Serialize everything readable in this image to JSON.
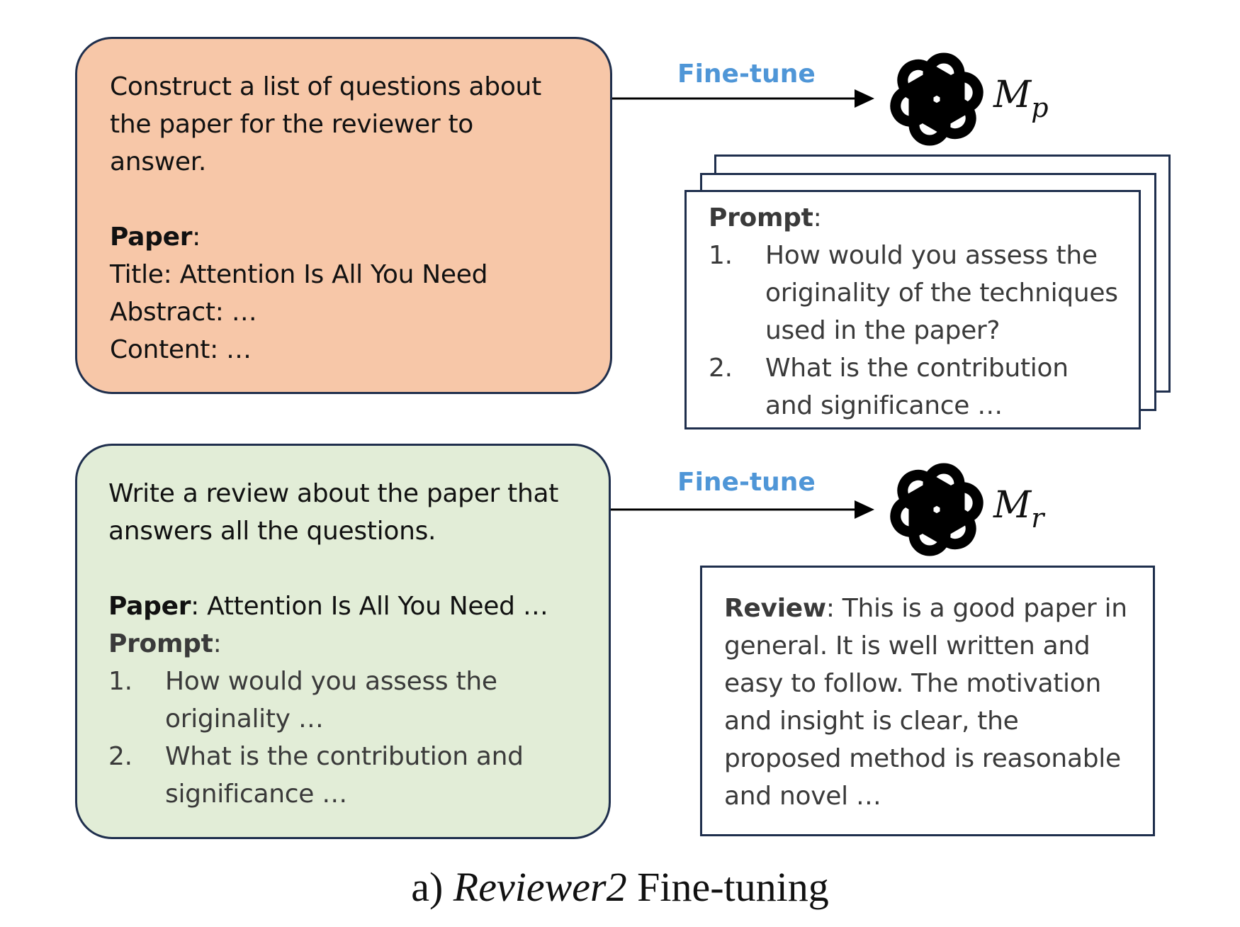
{
  "top": {
    "instruction_lines": [
      "Construct a list of questions about",
      "the paper for the reviewer to",
      "answer."
    ],
    "paper_label": "Paper",
    "paper_colon": ":",
    "title_line": "Title: Attention Is All You Need",
    "abstract_line": "Abstract: …",
    "content_line": "Content: …",
    "finetune_label": "Fine-tune",
    "model_letter": "M",
    "model_sub": "p",
    "output": {
      "prompt_label": "Prompt",
      "prompt_colon": ":",
      "items": [
        {
          "num": "1.",
          "lines": [
            "How would you assess the",
            "originality of the techniques",
            "used in the paper?"
          ]
        },
        {
          "num": "2.",
          "lines": [
            "What is the contribution",
            "and significance …"
          ]
        }
      ]
    }
  },
  "bottom": {
    "instruction_lines": [
      "Write a review about the paper that",
      "answers all the questions."
    ],
    "paper_label": "Paper",
    "paper_rest": ": Attention Is All You Need …",
    "prompt_label": "Prompt",
    "prompt_colon": ":",
    "items": [
      {
        "num": "1.",
        "lines": [
          "How would you assess the",
          "originality …"
        ]
      },
      {
        "num": "2.",
        "lines": [
          "What is the contribution and",
          "significance …"
        ]
      }
    ],
    "finetune_label": "Fine-tune",
    "model_letter": "M",
    "model_sub": "r",
    "output": {
      "review_label": "Review",
      "review_lines": [
        ": This is a good paper in",
        "general. It is well written and",
        "easy to follow. The motivation",
        "and insight is clear, the",
        "proposed method is reasonable",
        "and novel …"
      ]
    }
  },
  "caption": {
    "prefix": "a) ",
    "italic": "Reviewer2",
    "suffix": " Fine-tuning"
  },
  "icons": {
    "model_logo": "openai-logo-icon"
  },
  "colors": {
    "orange_box": "#f7c7a8",
    "green_box": "#e2edd7",
    "finetune_text": "#4f96d7",
    "border": "#1f2f4d"
  }
}
